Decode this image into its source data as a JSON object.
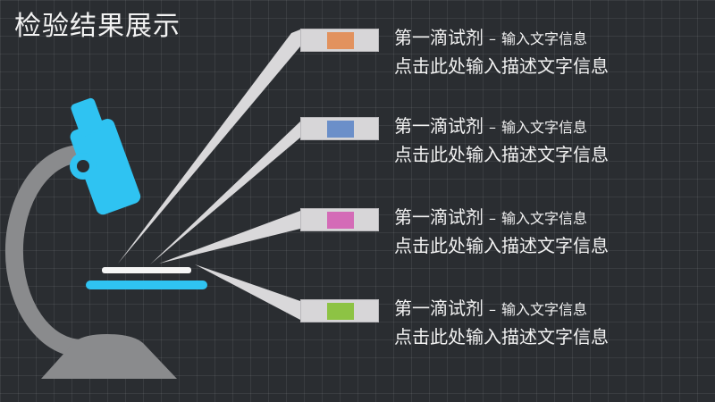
{
  "title": "检验结果展示",
  "separator": "–",
  "items": [
    {
      "title": "第一滴试剂",
      "subtitle": "输入文字信息",
      "desc": "点击此处输入描述文字信息",
      "color": "#e2925e"
    },
    {
      "title": "第一滴试剂",
      "subtitle": "输入文字信息",
      "desc": "点击此处输入描述文字信息",
      "color": "#6b8fc9"
    },
    {
      "title": "第一滴试剂",
      "subtitle": "输入文字信息",
      "desc": "点击此处输入描述文字信息",
      "color": "#d46bb7"
    },
    {
      "title": "第一滴试剂",
      "subtitle": "输入文字信息",
      "desc": "点击此处输入描述文字信息",
      "color": "#8dc344"
    }
  ]
}
